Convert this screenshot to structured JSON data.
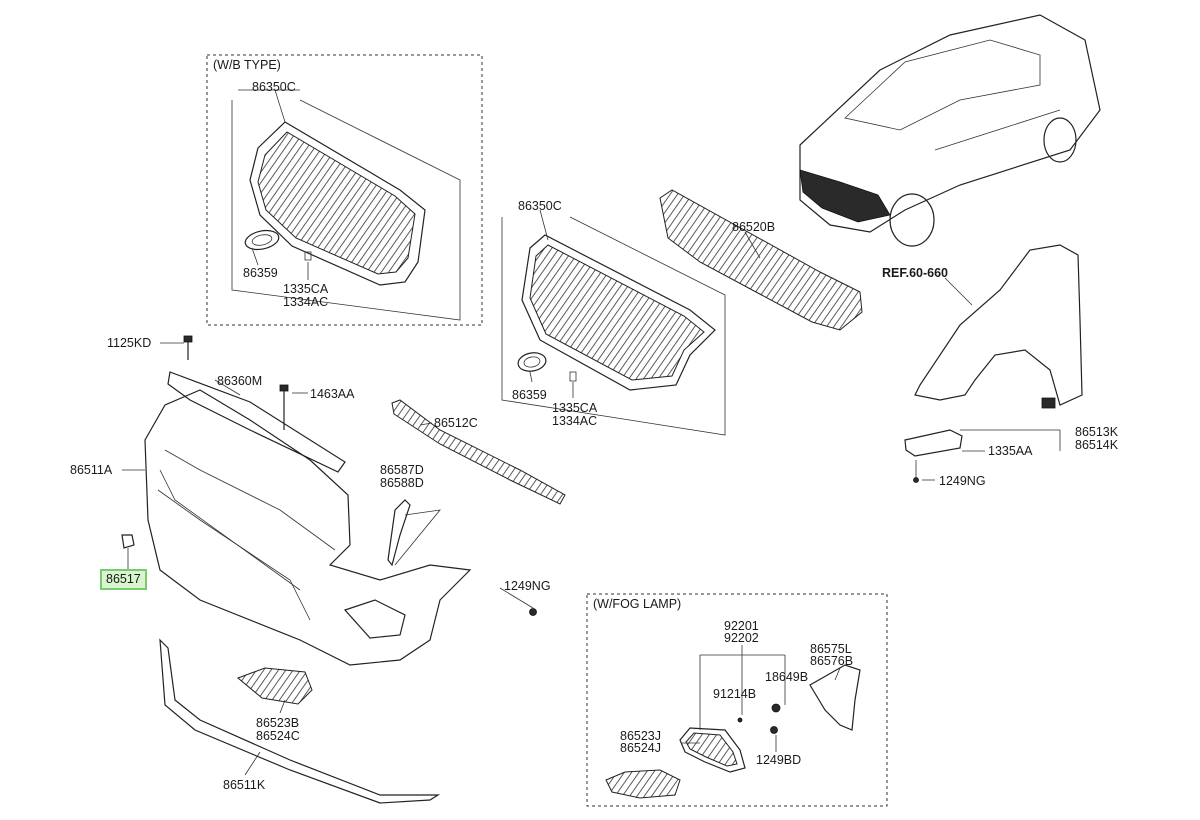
{
  "boxes": {
    "wb_type": {
      "title": "(W/B TYPE)"
    },
    "fog_lamp": {
      "title": "(W/FOG LAMP)"
    }
  },
  "ref_label": "REF.60-660",
  "highlighted_part": "86517",
  "parts": {
    "p86350c_top": "86350C",
    "p86359_top": "86359",
    "p1335ca_top": "1335CA",
    "p1334ac_top": "1334AC",
    "p86350c_mid": "86350C",
    "p86359_mid": "86359",
    "p1335ca_mid": "1335CA",
    "p1334ac_mid": "1334AC",
    "p86520b": "86520B",
    "p1125kd": "1125KD",
    "p86360m": "86360M",
    "p1463aa": "1463AA",
    "p86512c": "86512C",
    "p86511a": "86511A",
    "p86587d": "86587D",
    "p86588d": "86588D",
    "p86517": "86517",
    "p1249ng_mid": "1249NG",
    "p86523b": "86523B",
    "p86524c": "86524C",
    "p86511k": "86511K",
    "p86513k": "86513K",
    "p86514k": "86514K",
    "p1335aa": "1335AA",
    "p1249ng_right": "1249NG",
    "p92201": "92201",
    "p92202": "92202",
    "p18649b": "18649B",
    "p91214b": "91214B",
    "p86575l": "86575L",
    "p86576b": "86576B",
    "p86523j": "86523J",
    "p86524j": "86524J",
    "p1249bd": "1249BD"
  }
}
